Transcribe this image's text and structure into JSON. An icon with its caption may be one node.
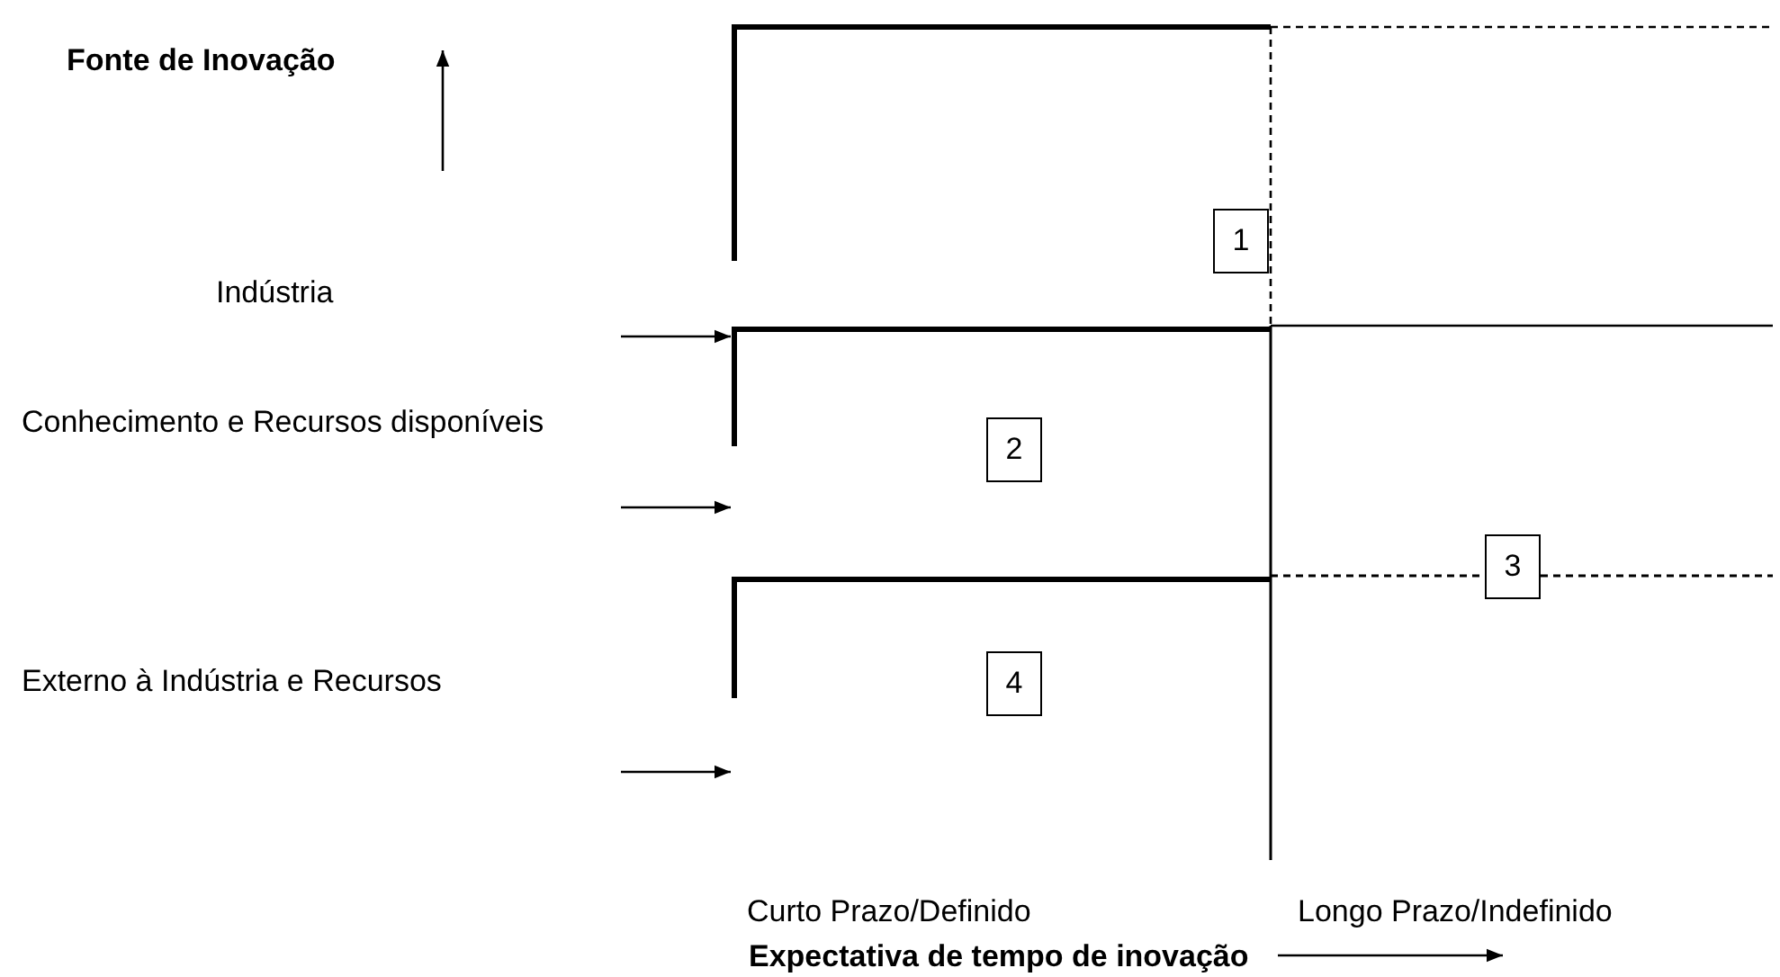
{
  "diagram": {
    "nodes": [
      {
        "text": [
          "1"
        ]
      },
      {
        "text": [
          "2"
        ]
      },
      {
        "text": [
          "3"
        ]
      },
      {
        "text": [
          "4"
        ]
      }
    ],
    "labels": [
      "Fonte de Inovação",
      "Indústria",
      "Conhecimento e Recursos disponíveis",
      "Externo à Indústria e Recursos",
      "Curto Prazo/Definido",
      "Longo Prazo/Indefinido",
      "Expectativa de tempo de inovação"
    ]
  }
}
